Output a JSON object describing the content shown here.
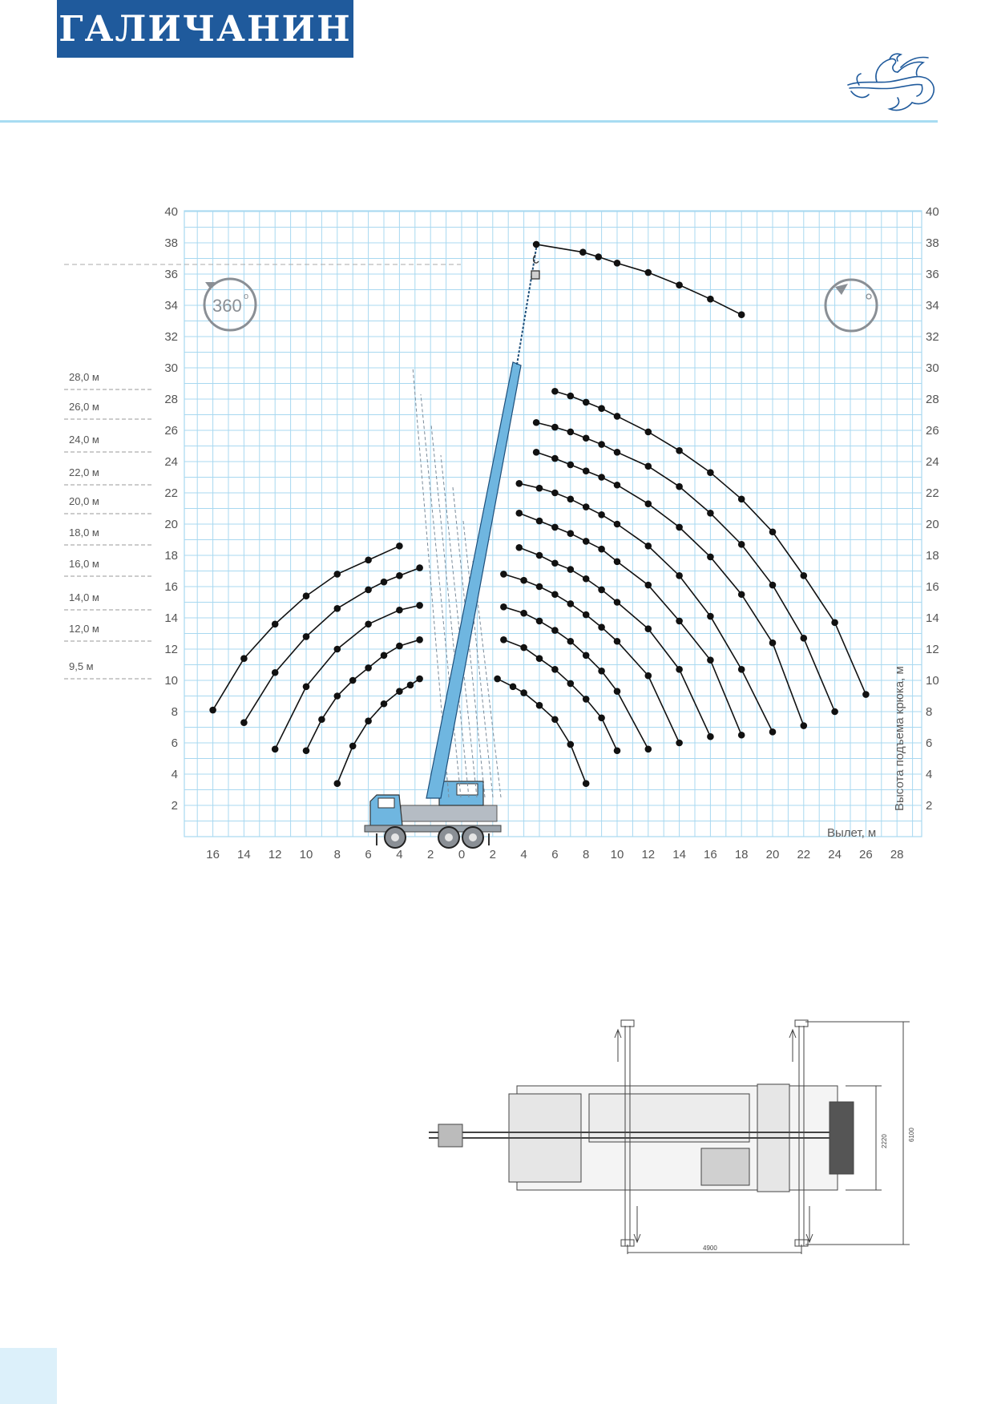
{
  "brand": {
    "logo_text": "ГАЛИЧАНИН"
  },
  "chart_data": {
    "type": "line",
    "xlabel": "Вылет, м",
    "ylabel": "Высота подъема крюка, м",
    "x_ticks_left": [
      "16",
      "14",
      "12",
      "10",
      "8",
      "6",
      "4",
      "2",
      "0"
    ],
    "x_ticks_right": [
      "2",
      "4",
      "6",
      "8",
      "10",
      "12",
      "14",
      "16",
      "18",
      "20",
      "22",
      "24",
      "26",
      "28"
    ],
    "y_ticks": [
      "2",
      "4",
      "6",
      "8",
      "10",
      "12",
      "14",
      "16",
      "18",
      "20",
      "22",
      "24",
      "26",
      "28",
      "30",
      "32",
      "34",
      "36",
      "38",
      "40"
    ],
    "rotation_label": "360",
    "rotation_degree": "o",
    "boom_lengths": [
      "28,0 м",
      "26,0 м",
      "24,0 м",
      "22,0 м",
      "20,0 м",
      "18,0 м",
      "16,0 м",
      "14,0 м",
      "12,0 м",
      "9,5 м"
    ],
    "left_series": [
      [
        [
          16,
          8.1
        ],
        [
          14,
          11.4
        ],
        [
          12,
          13.6
        ],
        [
          10,
          15.4
        ],
        [
          8,
          16.8
        ],
        [
          6,
          17.7
        ],
        [
          4,
          18.6
        ]
      ],
      [
        [
          14,
          7.3
        ],
        [
          12,
          10.5
        ],
        [
          10,
          12.8
        ],
        [
          8,
          14.6
        ],
        [
          6,
          15.8
        ],
        [
          5,
          16.3
        ],
        [
          4,
          16.7
        ],
        [
          2.7,
          17.2
        ]
      ],
      [
        [
          12,
          5.6
        ],
        [
          10,
          9.6
        ],
        [
          8,
          12.0
        ],
        [
          6,
          13.6
        ],
        [
          4,
          14.5
        ],
        [
          2.7,
          14.8
        ]
      ],
      [
        [
          10,
          5.5
        ],
        [
          9,
          7.5
        ],
        [
          8,
          9.0
        ],
        [
          7,
          10.0
        ],
        [
          6,
          10.8
        ],
        [
          5,
          11.6
        ],
        [
          4,
          12.2
        ],
        [
          2.7,
          12.6
        ]
      ],
      [
        [
          8,
          3.4
        ],
        [
          7,
          5.8
        ],
        [
          6,
          7.4
        ],
        [
          5,
          8.5
        ],
        [
          4,
          9.3
        ],
        [
          3.3,
          9.7
        ],
        [
          2.7,
          10.1
        ]
      ]
    ],
    "right_series": [
      [
        [
          4.8,
          37.9
        ],
        [
          7.8,
          37.4
        ],
        [
          8.8,
          37.1
        ],
        [
          10,
          36.7
        ],
        [
          12,
          36.1
        ],
        [
          14,
          35.3
        ],
        [
          16,
          34.4
        ],
        [
          18,
          33.4
        ]
      ],
      [
        [
          6,
          28.5
        ],
        [
          7,
          28.2
        ],
        [
          8,
          27.8
        ],
        [
          9,
          27.4
        ],
        [
          10,
          26.9
        ],
        [
          12,
          25.9
        ],
        [
          14,
          24.7
        ],
        [
          16,
          23.3
        ],
        [
          18,
          21.6
        ],
        [
          20,
          19.5
        ],
        [
          22,
          16.7
        ],
        [
          24,
          13.7
        ],
        [
          26,
          9.1
        ]
      ],
      [
        [
          4.8,
          26.5
        ],
        [
          6,
          26.2
        ],
        [
          7,
          25.9
        ],
        [
          8,
          25.5
        ],
        [
          9,
          25.1
        ],
        [
          10,
          24.6
        ],
        [
          12,
          23.7
        ],
        [
          14,
          22.4
        ],
        [
          16,
          20.7
        ],
        [
          18,
          18.7
        ],
        [
          20,
          16.1
        ],
        [
          22,
          12.7
        ],
        [
          24,
          8.0
        ]
      ],
      [
        [
          4.8,
          24.6
        ],
        [
          6,
          24.2
        ],
        [
          7,
          23.8
        ],
        [
          8,
          23.4
        ],
        [
          9,
          23.0
        ],
        [
          10,
          22.5
        ],
        [
          12,
          21.3
        ],
        [
          14,
          19.8
        ],
        [
          16,
          17.9
        ],
        [
          18,
          15.5
        ],
        [
          20,
          12.4
        ],
        [
          22,
          7.1
        ]
      ],
      [
        [
          3.7,
          22.6
        ],
        [
          5,
          22.3
        ],
        [
          6,
          22.0
        ],
        [
          7,
          21.6
        ],
        [
          8,
          21.1
        ],
        [
          9,
          20.6
        ],
        [
          10,
          20.0
        ],
        [
          12,
          18.6
        ],
        [
          14,
          16.7
        ],
        [
          16,
          14.1
        ],
        [
          18,
          10.7
        ],
        [
          20,
          6.7
        ]
      ],
      [
        [
          3.7,
          20.7
        ],
        [
          5,
          20.2
        ],
        [
          6,
          19.8
        ],
        [
          7,
          19.4
        ],
        [
          8,
          18.9
        ],
        [
          9,
          18.4
        ],
        [
          10,
          17.6
        ],
        [
          12,
          16.1
        ],
        [
          14,
          13.8
        ],
        [
          16,
          11.3
        ],
        [
          18,
          6.5
        ]
      ],
      [
        [
          3.7,
          18.5
        ],
        [
          5,
          18.0
        ],
        [
          6,
          17.5
        ],
        [
          7,
          17.1
        ],
        [
          8,
          16.5
        ],
        [
          9,
          15.8
        ],
        [
          10,
          15.0
        ],
        [
          12,
          13.3
        ],
        [
          14,
          10.7
        ],
        [
          16,
          6.4
        ]
      ],
      [
        [
          2.7,
          16.8
        ],
        [
          4,
          16.4
        ],
        [
          5,
          16.0
        ],
        [
          6,
          15.5
        ],
        [
          7,
          14.9
        ],
        [
          8,
          14.2
        ],
        [
          9,
          13.4
        ],
        [
          10,
          12.5
        ],
        [
          12,
          10.3
        ],
        [
          14,
          6.0
        ]
      ],
      [
        [
          2.7,
          14.7
        ],
        [
          4,
          14.3
        ],
        [
          5,
          13.8
        ],
        [
          6,
          13.2
        ],
        [
          7,
          12.5
        ],
        [
          8,
          11.6
        ],
        [
          9,
          10.6
        ],
        [
          10,
          9.3
        ],
        [
          12,
          5.6
        ]
      ],
      [
        [
          2.7,
          12.6
        ],
        [
          4,
          12.1
        ],
        [
          5,
          11.4
        ],
        [
          6,
          10.7
        ],
        [
          7,
          9.8
        ],
        [
          8,
          8.8
        ],
        [
          9,
          7.6
        ],
        [
          10,
          5.5
        ]
      ],
      [
        [
          2.3,
          10.1
        ],
        [
          3.3,
          9.6
        ],
        [
          4,
          9.2
        ],
        [
          5,
          8.4
        ],
        [
          6,
          7.5
        ],
        [
          7,
          5.9
        ],
        [
          8,
          3.4
        ]
      ]
    ]
  },
  "plan_view": {
    "dim_total_width": "6100",
    "dim_body_width": "2220",
    "dim_outrigger_base": "4900"
  }
}
